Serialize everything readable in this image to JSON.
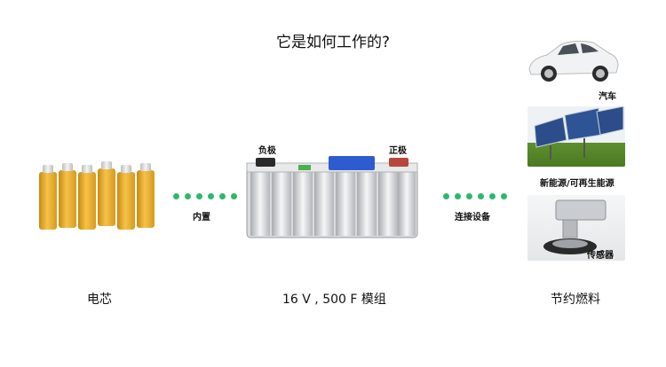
{
  "title": "它是如何工作的?",
  "labels": {
    "internal": "内置",
    "connect": "连接设备",
    "negative": "负极",
    "positive": "正极",
    "car": "汽车",
    "renewable": "新能源/可再生能源",
    "sensor": "传感器"
  },
  "bottom": {
    "cell": "电芯",
    "module": "16 V , 500 F 模组",
    "fuel": "节约燃料"
  },
  "colors": {
    "dot": "#2db86b",
    "cell": "#f0b43a",
    "module_cap": "#2f5bd0"
  }
}
